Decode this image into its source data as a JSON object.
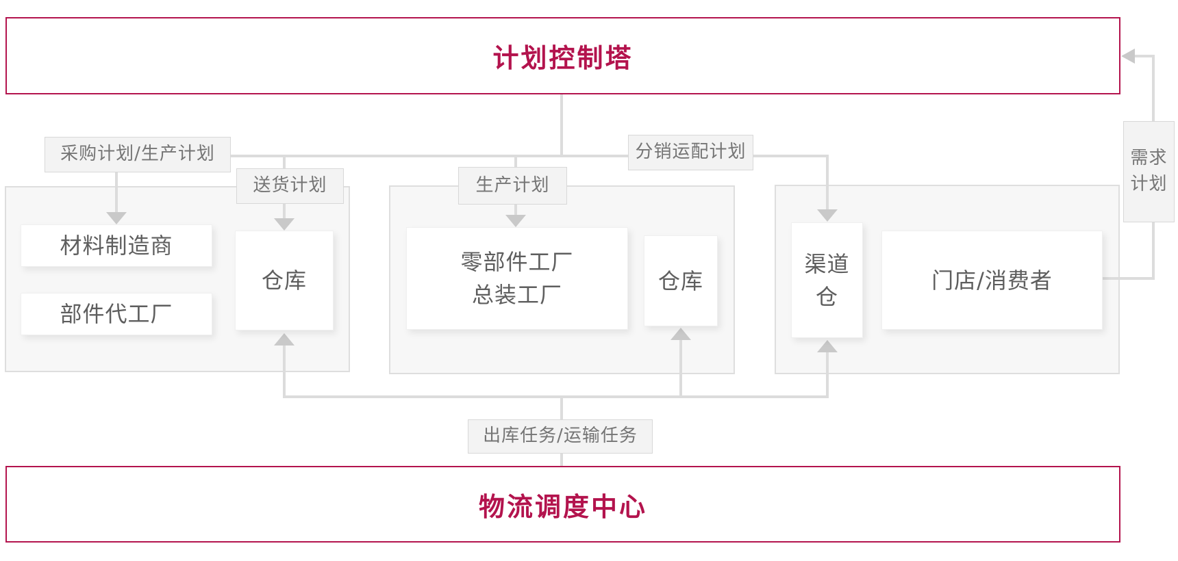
{
  "colors": {
    "accent": "#b3134d",
    "line": "#dcdcdc",
    "arrow": "#c9c9c9"
  },
  "tiers": {
    "top": "计划控制塔",
    "bottom": "物流调度中心"
  },
  "labels": {
    "procurement_production": "采购计划/生产计划",
    "delivery": "送货计划",
    "production": "生产计划",
    "distribution": "分销运配计划",
    "demand": "需求\n计划",
    "outbound_transport": "出库任务/运输任务"
  },
  "nodes": {
    "material_manufacturer": "材料制造商",
    "component_oem": "部件代工厂",
    "warehouse_left": "仓库",
    "parts_assembly_factory": "零部件工厂\n总装工厂",
    "warehouse_mid": "仓库",
    "channel_warehouse": "渠道\n仓",
    "store_consumer": "门店/消费者"
  }
}
